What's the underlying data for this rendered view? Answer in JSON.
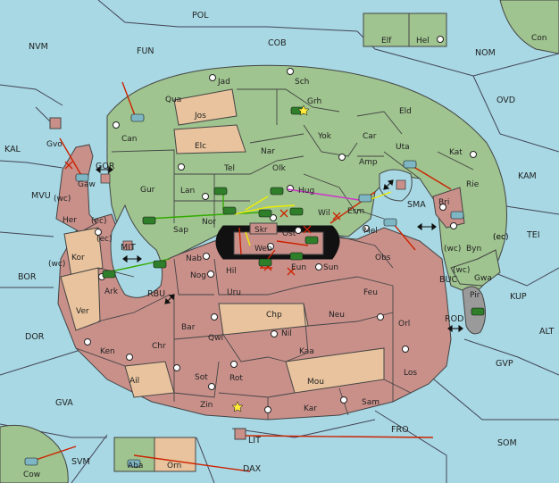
{
  "colors": {
    "sea": "#a7d8e4",
    "green": "#9fc48f",
    "red": "#c9908a",
    "tan": "#e8c39d",
    "gray": "#9a9a9a",
    "border": "#444444",
    "order_red": "#cc2200",
    "order_green": "#33aa00",
    "order_yellow": "#eeee00",
    "order_magenta": "#cc33cc",
    "tank": "#2f7f2a"
  },
  "sea_labels": [
    "POL",
    "COB",
    "NVM",
    "FUN",
    "NOM",
    "Con",
    "OVD",
    "KAL",
    "KAM",
    "MVU",
    "TEI",
    "BOR",
    "BUC",
    "KUP",
    "DOR",
    "ALT",
    "ROD",
    "GVP",
    "GVA",
    "FRO",
    "SOM",
    "SVM",
    "LIT",
    "DAX",
    "GOR",
    "SMA",
    "MIT",
    "RBU"
  ],
  "green_labels": [
    "Jad",
    "Sch",
    "Qua",
    "Grh",
    "Can",
    "Eld",
    "Yok",
    "Car",
    "Nar",
    "Uta",
    "Kat",
    "Tel",
    "Olk",
    "Amp",
    "Gur",
    "Lan",
    "Hug",
    "Rie",
    "Bri",
    "Esm",
    "Wil",
    "Sap",
    "Nor",
    "Byn",
    "Gwa",
    "Elf",
    "Hel",
    "Gaw",
    "(wc)",
    "(ec)",
    "(wc)",
    "(ec)",
    "(wc)"
  ],
  "tan_labels": [
    "Jos",
    "Elc",
    "Chp",
    "Mou",
    "Orn",
    "Kor",
    "Ver",
    "Ail"
  ],
  "red_labels": [
    "Her",
    "Nab",
    "Skr",
    "Ost",
    "Mel",
    "Obs",
    "Web",
    "Eun",
    "Sun",
    "Hil",
    "Nog",
    "Ark",
    "Uru",
    "Feu",
    "Bar",
    "Qwi",
    "Neu",
    "Orl",
    "Nil",
    "Kaa",
    "Ken",
    "Chr",
    "Los",
    "Sot",
    "Rot",
    "Zin",
    "Kar",
    "Sam",
    "Aba",
    "Cow",
    "Gvo"
  ],
  "gray_labels": [
    "Pir"
  ],
  "coast_labels": [
    "(ec)",
    "(wc)",
    "(ec)"
  ]
}
